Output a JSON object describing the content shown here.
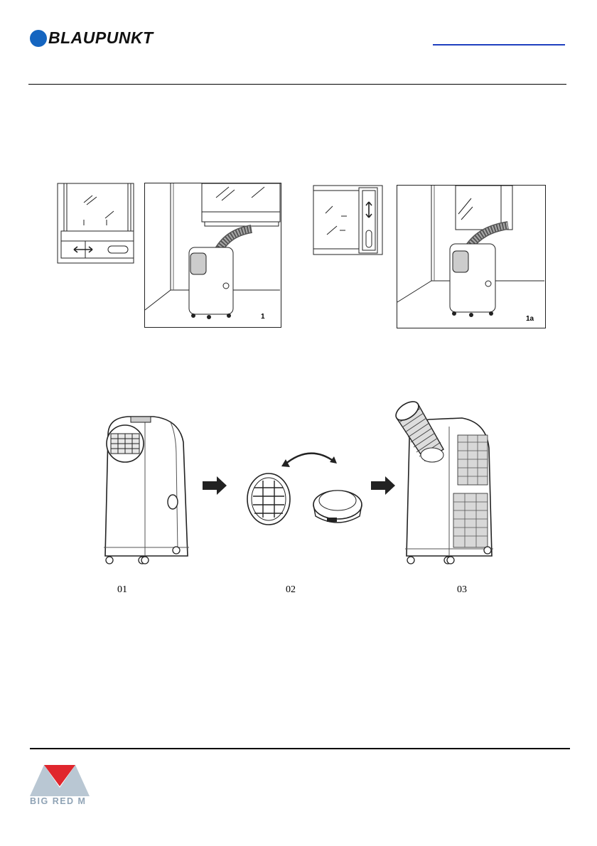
{
  "header": {
    "brand": "BLAUPUNKT"
  },
  "figure1": {
    "panel_right_label": "1",
    "panel_far_right_label": "1a"
  },
  "figure2": {
    "step_labels": [
      "01",
      "02",
      "03"
    ]
  },
  "footer": {
    "logo_text": "BIG RED M"
  },
  "colors": {
    "brand_blue": "#1565c0",
    "link_blue": "#1f3fbf",
    "brm_red": "#e0262d",
    "brm_grey": "#b9c7d3"
  }
}
